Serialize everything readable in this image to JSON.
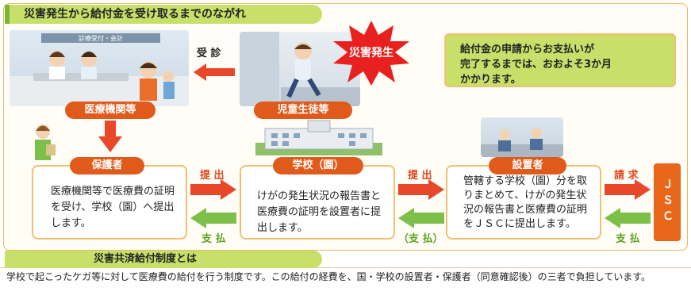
{
  "title": "災害発生から給付金を受け取るまでのながれ",
  "note": {
    "line1": "給付金の申請からお支払いが",
    "line2": "完了するまでは、おおよそ3か月",
    "line3": "かかります。"
  },
  "labels": {
    "medical": "医療機関等",
    "student": "児童生徒等",
    "guardian": "保護者",
    "school": "学校（園）",
    "founder": "設置者",
    "disaster": "災害発生",
    "jsc": "ＪＳＣ",
    "reception_sign": "診療受付・会計"
  },
  "arrows": {
    "consult": "受 診",
    "submit1": "提 出",
    "submit2": "提 出",
    "request": "請 求",
    "pay1": "支 払",
    "pay2": "（支 払）",
    "pay3": "支 払"
  },
  "boxes": {
    "guardian_text": "医療機関等で医療費の証明を受け、学校（園）へ提出します。",
    "school_text": "けがの発生状況の報告書と医療費の証明を設置者に提出します。",
    "founder_text": "管轄する学校（園）分を取りまとめて、けがの発生状況の報告書と医療費の証明をＪＳＣに提出します。"
  },
  "bottom": {
    "heading": "災害共済給付制度とは",
    "text": "学校で起こったケガ等に対して医療費の給付を行う制度です。この給付の経費を、国・学校の設置者・保護者（同意確認後）の三者で負担しています。"
  },
  "colors": {
    "green": "#c8e06a",
    "orange": "#e05a1c",
    "red_arrow": "#e8472a",
    "green_arrow": "#7cc04a",
    "border": "#f0c070"
  }
}
